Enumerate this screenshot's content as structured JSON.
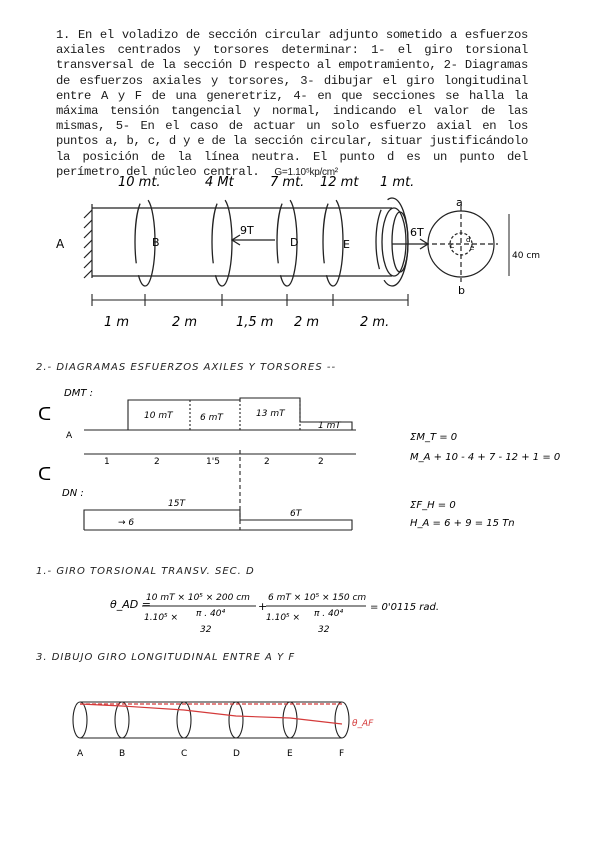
{
  "problem": {
    "text": "1. En el voladizo de sección circular adjunto sometido a esfuerzos axiales centrados y torsores determinar: 1- el giro torsional transversal de la sección D respecto al empotramiento, 2- Diagramas de esfuerzos axiales y torsores, 3- dibujar el giro longitudinal entre A y F de una generetriz, 4- en que secciones se halla la máxima tensión tangencial y normal, indicando el valor de las mismas, 5- En el caso de actuar un solo esfuerzo axial en los puntos a, b, c, d y e de la sección circular, situar justificándolo la posición de la línea neutra. El punto d es un punto del perímetro del núcleo central.",
    "g_value": "G=1.10⁵kp/cm²"
  },
  "beam": {
    "torques": [
      "10 mt.",
      "4 Mt",
      "7 mt.",
      "12 mt",
      "1 mt."
    ],
    "axial_force_1": "9T",
    "axial_force_2": "6T",
    "support_label": "A",
    "sections": [
      "B",
      "D",
      "E"
    ],
    "section_point_a": "a",
    "section_point_b": "b",
    "section_point_c": "c",
    "section_point_d": "d",
    "section_point_e": "e",
    "diameter": "40 cm",
    "lengths": [
      "1 m",
      "2 m",
      "1,5 m",
      "2 m",
      "2 m."
    ]
  },
  "diagrams": {
    "title": "2.- DIAGRAMAS ESFUERZOS AXILES Y TORSORES --",
    "torsion_label": "DMT :",
    "torsion_values": [
      "10 mT",
      "6 mT",
      "13 mT",
      "1 mT"
    ],
    "torsion_axis_label": "A",
    "torsion_eq_1": "ΣM_T = 0",
    "torsion_eq_2": "M_A + 10 - 4 + 7 - 12 + 1 = 0",
    "distances": [
      "1",
      "2",
      "1'5",
      "2",
      "2"
    ],
    "axial_label": "DN :",
    "axial_values": [
      "15T",
      "6T"
    ],
    "axial_arrow": "→ 6",
    "axial_eq_1": "ΣF_H = 0",
    "axial_eq_2": "H_A = 6 + 9 = 15 Tn"
  },
  "twist": {
    "title": "1.- GIRO TORSIONAL TRANSV. SEC. D",
    "lhs": "θ_AD =",
    "num1": "10 mT × 10⁵ × 200 cm",
    "den1a": "1.10⁵ ×",
    "den1b": "π . 40⁴",
    "den1c": "32",
    "plus": "+",
    "num2": "6 mT × 10⁵ × 150 cm",
    "den2a": "1.10⁵ ×",
    "den2b": "π . 40⁴",
    "den2c": "32",
    "result": "= 0'0115 rad."
  },
  "generatrix": {
    "title": "3. DIBUJO GIRO LONGITUDINAL ENTRE A Y F",
    "labels": [
      "A",
      "B",
      "C",
      "D",
      "E",
      "F"
    ],
    "angle_label": "θ_AF"
  }
}
